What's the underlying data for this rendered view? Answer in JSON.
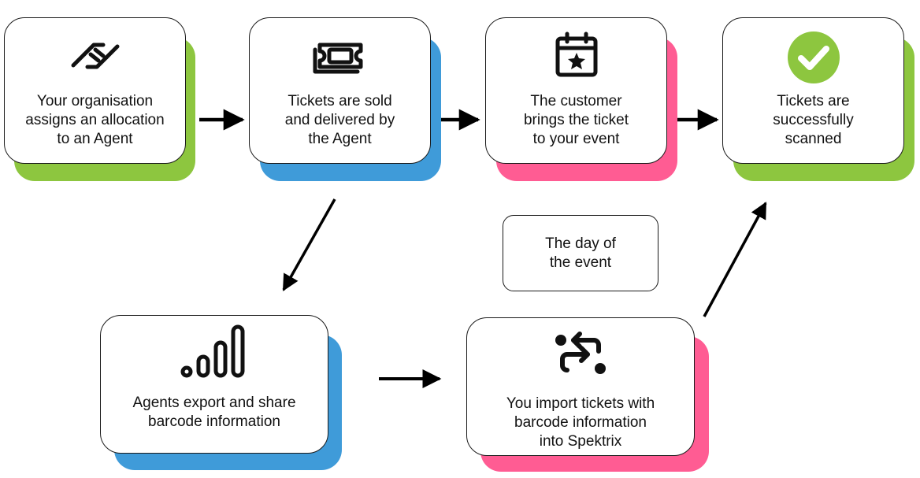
{
  "colors": {
    "green": "#8dc63f",
    "blue": "#3f9bd9",
    "pink": "#ff5c93",
    "outline": "#1a1a1a",
    "arrow": "#000000"
  },
  "steps": [
    {
      "id": "allocate",
      "icon": "handshake-icon",
      "shadow_color": "green",
      "label": "Your organisation\nassigns an allocation\nto an Agent"
    },
    {
      "id": "sold",
      "icon": "ticket-icon",
      "shadow_color": "blue",
      "label": "Tickets are sold\nand delivered  by\nthe Agent"
    },
    {
      "id": "bring",
      "icon": "calendar-star-icon",
      "shadow_color": "pink",
      "label": "The customer\nbrings the ticket\nto your event"
    },
    {
      "id": "scanned",
      "icon": "check-circle-icon",
      "shadow_color": "green",
      "label": "Tickets are\nsuccessfully\nscanned"
    },
    {
      "id": "export",
      "icon": "signal-bars-icon",
      "shadow_color": "blue",
      "label": "Agents export and share\nbarcode information"
    },
    {
      "id": "import",
      "icon": "swap-arrows-icon",
      "shadow_color": "pink",
      "label": "You import tickets with\nbarcode information\ninto Spektrix"
    }
  ],
  "note": {
    "label": "The day of\nthe event"
  }
}
